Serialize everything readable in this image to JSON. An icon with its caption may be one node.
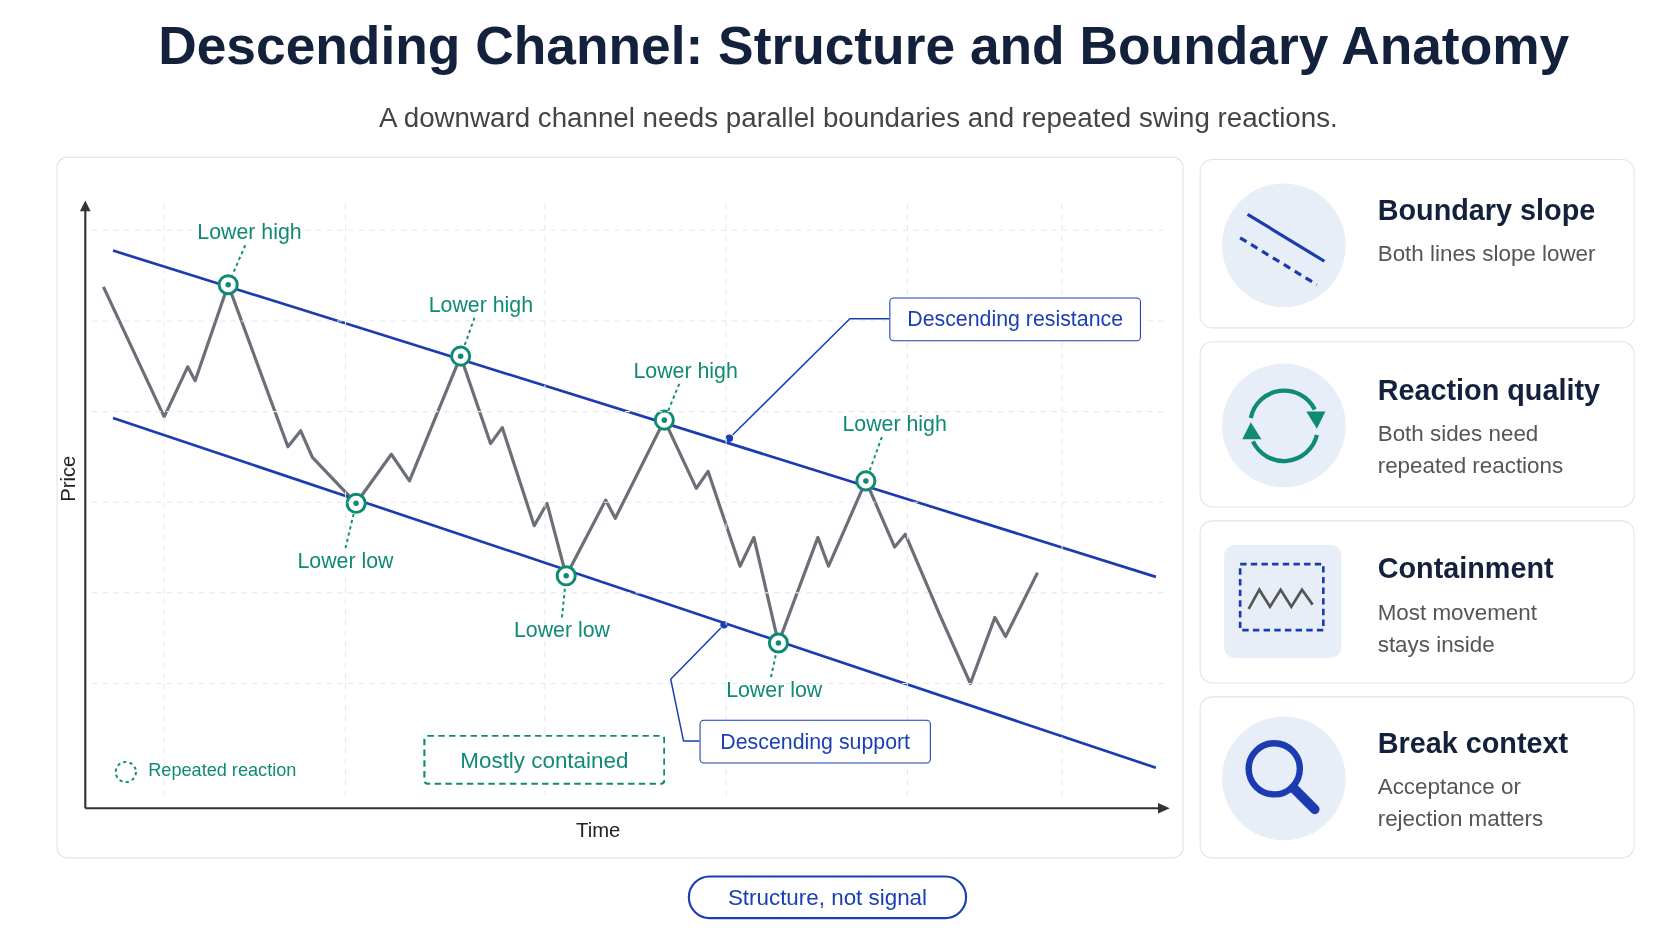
{
  "diagram": {
    "title": "Descending Channel: Structure and Boundary Anatomy",
    "nodes": [
      {
        "text": [],
        "shape": "box"
      },
      {
        "text": [
          "Lower high"
        ],
        "in": 0
      },
      {
        "text": [],
        "shape": "circle",
        "in": 0
      },
      {
        "text": [
          "Lower high"
        ],
        "in": 0
      },
      {
        "text": [],
        "shape": "circle",
        "in": 0
      },
      {
        "text": [
          "Lower high"
        ],
        "in": 0
      },
      {
        "text": [],
        "shape": "circle",
        "in": 0
      },
      {
        "text": [
          "Lower high"
        ],
        "in": 0
      },
      {
        "text": [],
        "shape": "circle",
        "in": 0
      },
      {
        "text": [
          "Lower low"
        ],
        "in": 0
      },
      {
        "text": [],
        "shape": "circle",
        "in": 0
      },
      {
        "text": [
          "Lower low"
        ],
        "in": 0
      },
      {
        "text": [],
        "shape": "circle",
        "in": 0
      },
      {
        "text": [
          "Lower low"
        ],
        "in": 0
      },
      {
        "text": [],
        "shape": "circle",
        "in": 0
      },
      {
        "text": [
          "Descending resistance"
        ],
        "in": 0
      },
      {
        "text": [
          "Descending support"
        ],
        "in": 0
      },
      {
        "text": [
          "Mostly contained"
        ],
        "in": 0
      },
      {
        "text": [
          "Boundary slope",
          "Both lines slope lower"
        ]
      },
      {
        "text": [
          "Reaction quality",
          "Both sides need repeated reactions"
        ]
      },
      {
        "text": [
          "Containment",
          "Most movement stays inside"
        ]
      },
      {
        "text": [
          "Break context",
          "Acceptance or rejection matters"
        ]
      },
      {
        "text": [
          "Structure, not signal"
        ]
      },
      {
        "text": [],
        "shape": "circle",
        "in": 0
      },
      {
        "text": [],
        "shape": "circle",
        "in": 0
      }
    ],
    "edges": [
      {
        "from": 1,
        "to": 2,
        "arrow": "none",
        "style": "dashed"
      },
      {
        "from": 3,
        "to": 4,
        "arrow": "none",
        "style": "dashed"
      },
      {
        "from": 5,
        "to": 6,
        "arrow": "none",
        "style": "dashed"
      },
      {
        "from": 7,
        "to": 8,
        "arrow": "none",
        "style": "dashed"
      },
      {
        "from": 9,
        "to": 10,
        "arrow": "none",
        "style": "dashed"
      },
      {
        "from": 11,
        "to": 12,
        "arrow": "none",
        "style": "dashed"
      },
      {
        "from": 13,
        "to": 14,
        "arrow": "none",
        "style": "dashed"
      },
      {
        "from": 15,
        "to": 23,
        "arrow": "none",
        "color": "#1a3fb5"
      },
      {
        "from": 16,
        "to": 24,
        "arrow": "none",
        "color": "#1a3fb5"
      }
    ],
    "labels": [
      "A downward channel needs parallel boundaries and repeated swing reactions.",
      "Price",
      "Time"
    ],
    "legend": [
      {
        "text": "Repeated reaction"
      }
    ]
  }
}
